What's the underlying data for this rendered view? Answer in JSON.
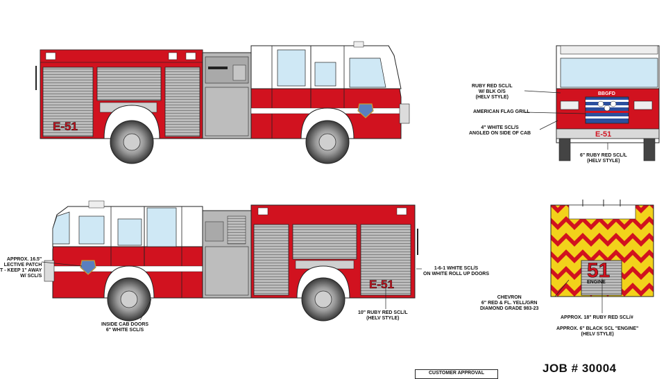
{
  "colors": {
    "body_red": "#d1121f",
    "white": "#ffffff",
    "compartment_gray": "#b8b8b8",
    "chevron_yellow": "#f2d21b",
    "glass_blue": "#cfe8f5",
    "tire_gray": "#6e6e6e",
    "outline": "#222222"
  },
  "truck": {
    "unit_number": "E-51",
    "rear_number": "51",
    "rear_word": "ENGINE",
    "grille_badge": "BBGFD"
  },
  "callouts": {
    "front_top": [
      "RUBY RED SCL/L",
      "W/ BLK O/S",
      "(HELV STYLE)"
    ],
    "front_flag": [
      "AMERICAN FLAG GRILL"
    ],
    "front_cab_stripe": [
      "4\" WHITE SCL/S",
      "ANGLED ON SIDE OF CAB"
    ],
    "front_bottom": [
      "6\" RUBY RED SCL/L",
      "(HELV STYLE)"
    ],
    "officer_patch": [
      "APPROX. 16.5\"",
      "LECTIVE PATCH",
      "T - KEEP 1\" AWAY",
      "W/ SCL/S"
    ],
    "cab_doors": [
      "INSIDE CAB DOORS",
      "6\" WHITE SCL/S"
    ],
    "body_number": [
      "10\" RUBY RED SCL/L",
      "(HELV STYLE)"
    ],
    "roll_up": [
      "1-6-1 WHITE SCL/S",
      "ON WHITE ROLL UP DOORS"
    ],
    "chevron": [
      "CHEVRON",
      "6\" RED & FL. YELL/GRN",
      "DIAMOND GRADE 983-23"
    ],
    "rear_number": [
      "APPROX. 18\" RUBY RED SCL/#"
    ],
    "rear_word": [
      "APPROX. 6\" BLACK SCL \"ENGINE\"",
      "(HELV STYLE)"
    ]
  },
  "footer": {
    "approval": "CUSTOMER APPROVAL",
    "job": "JOB # 30004"
  }
}
